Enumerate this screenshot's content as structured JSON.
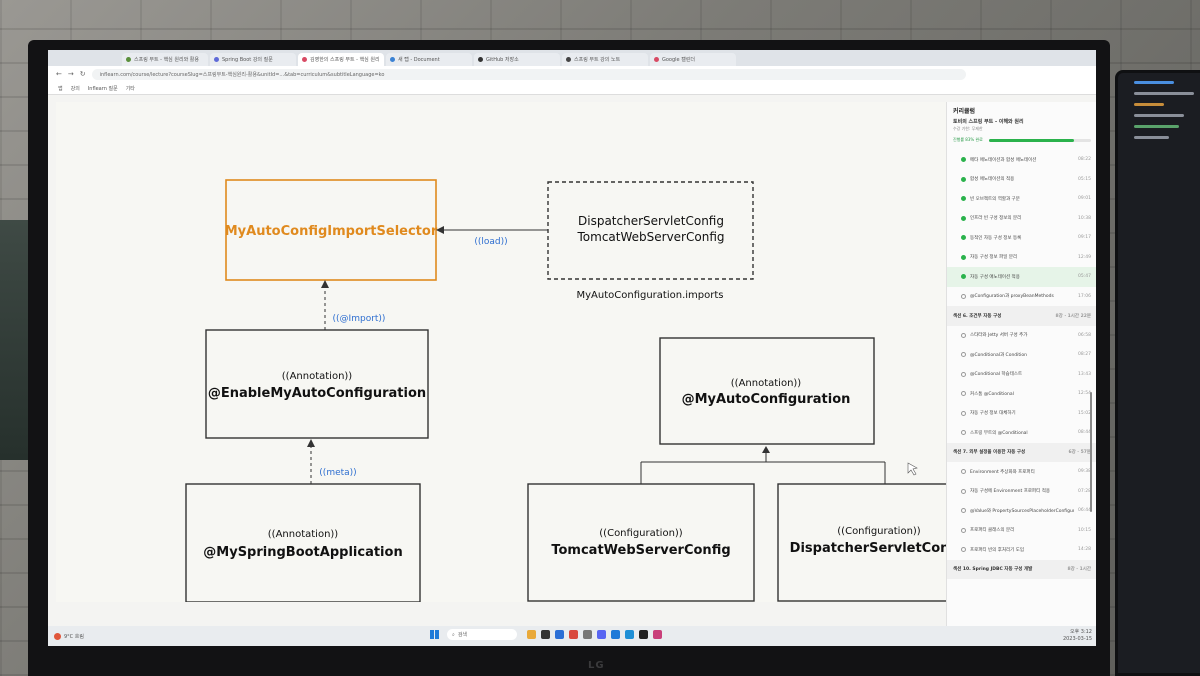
{
  "browser": {
    "tabs": [
      {
        "title": "스프링 부트 - 핵심 원리와 활용",
        "color": "#5a8f3c",
        "active": false
      },
      {
        "title": "Spring Boot 강의 질문",
        "color": "#5f6ad8",
        "active": false
      },
      {
        "title": "김영한의 스프링 부트 - 핵심 원리",
        "color": "#d84a64",
        "active": true
      },
      {
        "title": "새 탭 - Document",
        "color": "#3b82d4",
        "active": false
      },
      {
        "title": "GitHub 저장소",
        "color": "#333333",
        "active": false
      },
      {
        "title": "스프링 부트 강의 노트",
        "color": "#444444",
        "active": false
      },
      {
        "title": "Google 캘린더",
        "color": "#d84a64",
        "active": false
      }
    ],
    "nav": {
      "back": "←",
      "forward": "→",
      "reload": "↻"
    },
    "url": "inflearn.com/course/lecture?courseSlug=스프링부트-핵심원리-활용&unitId=...&tab=curriculum&subtitleLanguage=ko",
    "bookmarks": [
      "앱",
      "강의",
      "Inflearn 질문",
      "기타"
    ]
  },
  "diagram": {
    "selector": {
      "name": "MyAutoConfigImportSelector"
    },
    "imports_file": {
      "lines": [
        "DispatcherServletConfig",
        "TomcatWebServerConfig"
      ],
      "caption": "MyAutoConfiguration.imports"
    },
    "enable": {
      "annotation": "((Annotation))",
      "name": "@EnableMyAutoConfiguration"
    },
    "boot_app": {
      "annotation": "((Annotation))",
      "name": "@MySpringBootApplication"
    },
    "auto_config": {
      "annotation": "((Annotation))",
      "name": "@MyAutoConfiguration"
    },
    "tomcat": {
      "annotation": "((Configuration))",
      "name": "TomcatWebServerConfig"
    },
    "dispatcher": {
      "annotation": "((Configuration))",
      "name": "DispatcherServletConfig"
    },
    "edge_labels": {
      "load": "((load))",
      "import": "((@Import))",
      "meta": "((meta))"
    },
    "colors": {
      "accent": "#e08a1e",
      "label": "#2f6fd0",
      "box_border": "#333333"
    }
  },
  "sidebar": {
    "title": "커리큘럼",
    "course": "토비의 스프링 부트 - 이해와 원리",
    "subtitle": "수강 기한: 무제한",
    "progress_label": "진행률 83% 완료",
    "progress_fraction": 0.83,
    "lessons": [
      {
        "title": "메타 애노테이션과 합성 애노테이션",
        "duration": "08:22",
        "status": "done",
        "kind": "item"
      },
      {
        "title": "합성 애노테이션의 적용",
        "duration": "05:15",
        "status": "done",
        "kind": "item"
      },
      {
        "title": "빈 오브젝트의 역할과 구분",
        "duration": "09:01",
        "status": "done",
        "kind": "item"
      },
      {
        "title": "인프라 빈 구성 정보의 분리",
        "duration": "10:38",
        "status": "done",
        "kind": "item"
      },
      {
        "title": "동적인 자동 구성 정보 등록",
        "duration": "09:17",
        "status": "done",
        "kind": "item"
      },
      {
        "title": "자동 구성 정보 파일 분리",
        "duration": "12:49",
        "status": "done",
        "kind": "item"
      },
      {
        "title": "자동 구성 애노테이션 적용",
        "duration": "05:47",
        "status": "current",
        "kind": "item"
      },
      {
        "title": "@Configuration과 proxyBeanMethods",
        "duration": "17:06",
        "status": "todo",
        "kind": "item"
      },
      {
        "title": "섹션 6. 조건부 자동 구성",
        "duration": "8강 · 1시간 22분",
        "status": "todo",
        "kind": "section"
      },
      {
        "title": "스타터와 Jetty 서버 구성 추가",
        "duration": "06:58",
        "status": "todo",
        "kind": "item"
      },
      {
        "title": "@Conditional과 Condition",
        "duration": "08:27",
        "status": "todo",
        "kind": "item"
      },
      {
        "title": "@Conditional 학습테스트",
        "duration": "13:43",
        "status": "todo",
        "kind": "item"
      },
      {
        "title": "커스톰 @Conditional",
        "duration": "12:54",
        "status": "todo",
        "kind": "item"
      },
      {
        "title": "자동 구성 정보 대체하기",
        "duration": "15:02",
        "status": "todo",
        "kind": "item"
      },
      {
        "title": "스프링 부트의 @Conditional",
        "duration": "08:44",
        "status": "todo",
        "kind": "item"
      },
      {
        "title": "섹션 7. 외부 설정을 이용한 자동 구성",
        "duration": "6강 · 57분",
        "status": "todo",
        "kind": "section"
      },
      {
        "title": "Environment 추상화와 프로퍼티",
        "duration": "09:38",
        "status": "todo",
        "kind": "item"
      },
      {
        "title": "자동 구성에 Environment 프로퍼티 적용",
        "duration": "07:28",
        "status": "todo",
        "kind": "item"
      },
      {
        "title": "@Value와 PropertySourcesPlaceholderConfigurer",
        "duration": "06:44",
        "status": "todo",
        "kind": "item"
      },
      {
        "title": "프로퍼티 클래스의 분리",
        "duration": "10:15",
        "status": "todo",
        "kind": "item"
      },
      {
        "title": "프로퍼티 빈의 후처리기 도입",
        "duration": "14:28",
        "status": "todo",
        "kind": "item"
      },
      {
        "title": "섹션 10. Spring JDBC 자동 구성 개발",
        "duration": "8강 · 1시간",
        "status": "todo",
        "kind": "section"
      }
    ]
  },
  "taskbar": {
    "weather": "9°C 흐림",
    "search_placeholder": "검색",
    "apps": [
      {
        "name": "file-explorer-icon",
        "color": "#e9a93a"
      },
      {
        "name": "terminal-icon",
        "color": "#333333"
      },
      {
        "name": "store-icon",
        "color": "#2b6fd6"
      },
      {
        "name": "chrome-icon",
        "color": "#d9493e"
      },
      {
        "name": "settings-icon",
        "color": "#777777"
      },
      {
        "name": "discord-icon",
        "color": "#5865f2"
      },
      {
        "name": "vscode-icon",
        "color": "#1f7ad8"
      },
      {
        "name": "edge-icon",
        "color": "#1f8fd6"
      },
      {
        "name": "notion-icon",
        "color": "#222222"
      },
      {
        "name": "intellij-icon",
        "color": "#c93f7a"
      }
    ],
    "clock": "오후 3:12",
    "date": "2023-03-15"
  },
  "monitor_brand": "LG"
}
